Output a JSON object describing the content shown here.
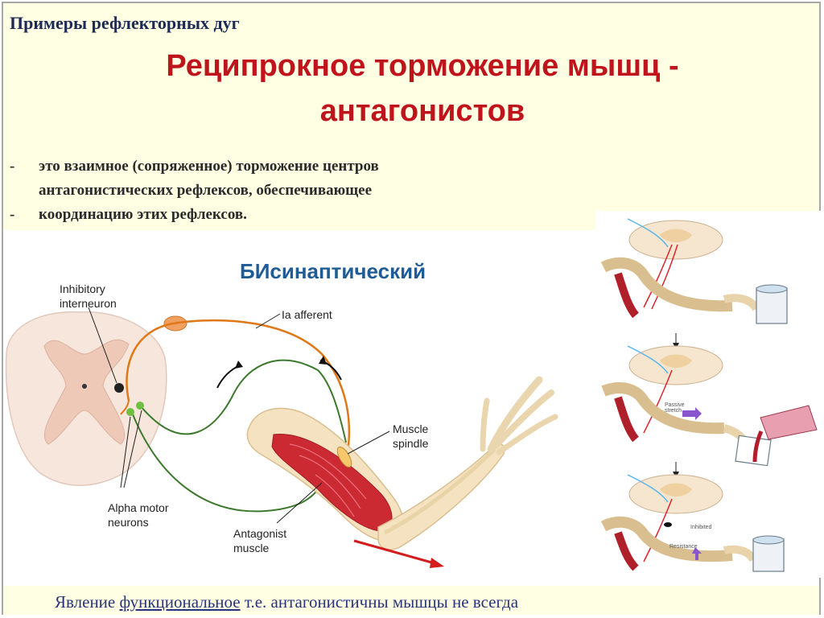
{
  "subtitle": "Примеры рефлекторных дуг",
  "title_line1": "Реципрокное торможение мышц -",
  "title_line2": "антагонистов",
  "bullets": [
    {
      "dash": "-",
      "text": "это взаимное (сопряженное) торможение центров"
    },
    {
      "dash": "",
      "text": "антагонистических рефлексов, обеспечивающее"
    },
    {
      "dash": "-",
      "text": "координацию этих рефлексов."
    }
  ],
  "label_bisynaptic": "БИсинаптический",
  "diagram_labels": {
    "inhibitory": "Inhibitory\ninterneuron",
    "ia_afferent": "Ia afferent",
    "muscle_spindle": "Muscle\nspindle",
    "alpha_motor": "Alpha motor\nneurons",
    "antagonist": "Antagonist\nmuscle"
  },
  "side_labels": {
    "passive_stretch": "Passive\nstretch",
    "inhibited": "Inhibited",
    "resistance": "Resistance"
  },
  "footer": {
    "pre": "Явление ",
    "underlined": "функциональное",
    "post": " т.е. антагонистичны мышцы не всегда"
  },
  "colors": {
    "title": "#c0141c",
    "subtitle": "#1c2a55",
    "bisynaptic": "#1f5c95",
    "footer": "#27347c",
    "panel": "#ffffe4",
    "afferent": "#e07818",
    "motor": "#3d7a2e",
    "muscle": "#c8232c"
  }
}
